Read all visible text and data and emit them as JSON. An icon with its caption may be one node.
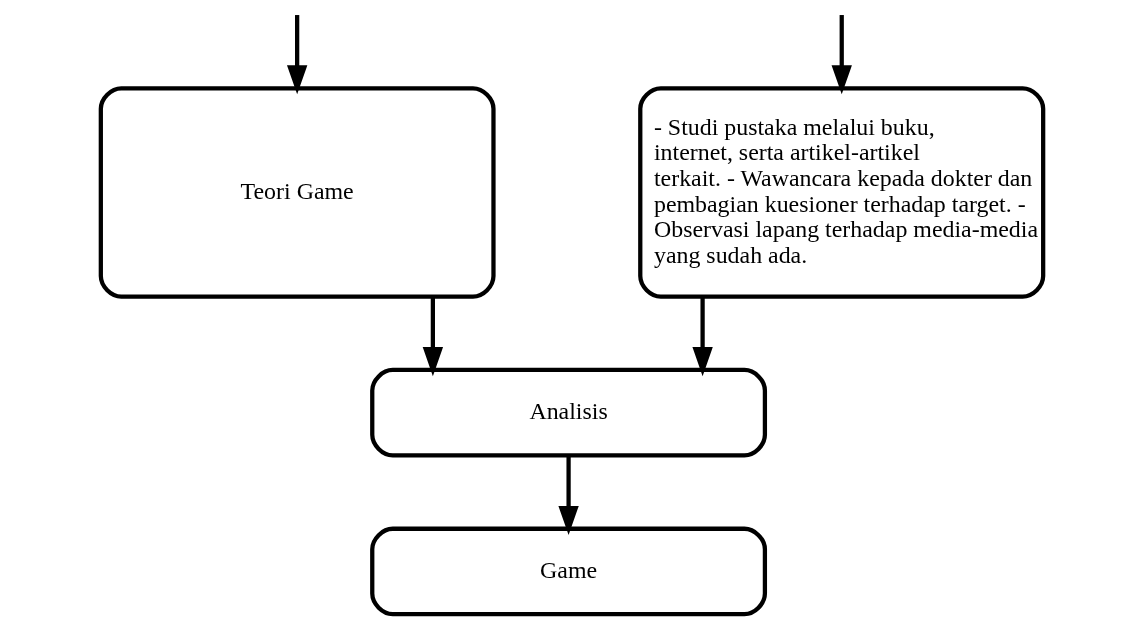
{
  "diagram": {
    "nodes": [
      {
        "text": [
          "- Studi pustaka melalui buku, internet, serta artikel-artikel terkait. - Wawancara kepada dokter dan pembagian kuesioner terhadap target. - Observasi lapang terhadap media-media yang sudah ada."
        ]
      },
      {
        "text": [
          "Teori Game"
        ]
      },
      {
        "text": [
          "Analisis"
        ]
      },
      {
        "text": [
          "Game"
        ]
      }
    ],
    "edges": [
      {
        "from": null,
        "to": 0,
        "arrow": "to"
      },
      {
        "from": null,
        "to": 1,
        "arrow": "to"
      },
      {
        "from": 0,
        "to": 2,
        "arrow": "to"
      },
      {
        "from": 1,
        "to": 2,
        "arrow": "to"
      },
      {
        "from": 2,
        "to": 3,
        "arrow": "to"
      }
    ]
  }
}
